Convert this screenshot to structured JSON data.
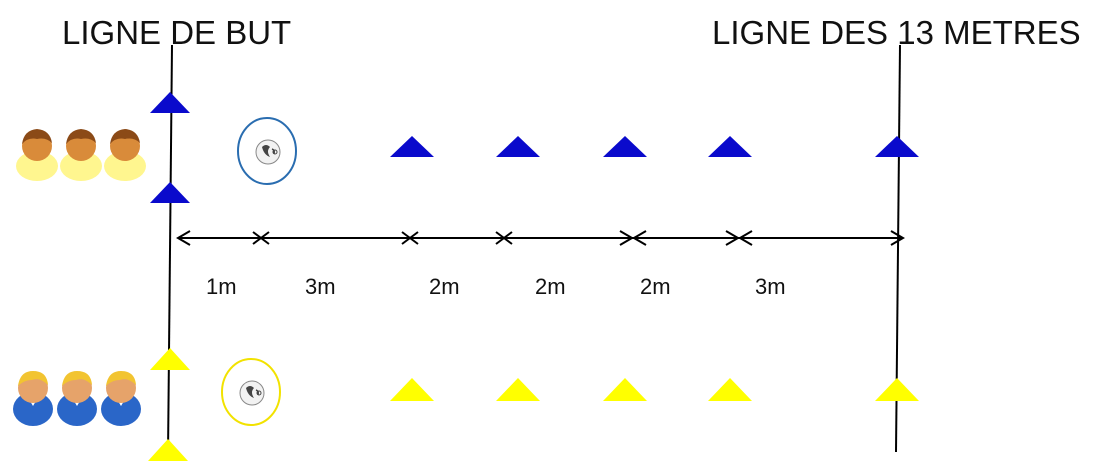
{
  "titles": {
    "goal_line": "LIGNE DE BUT",
    "line_13m": "LIGNE DES 13 METRES"
  },
  "distances": [
    "1m",
    "3m",
    "2m",
    "2m",
    "2m",
    "3m"
  ],
  "colors": {
    "team_top": "#0000cc",
    "team_bottom": "#ffff00",
    "line": "#000000"
  },
  "icons": {
    "player": "player-icon",
    "ball": "rugby-ball-icon",
    "cone": "cone-marker-icon"
  }
}
